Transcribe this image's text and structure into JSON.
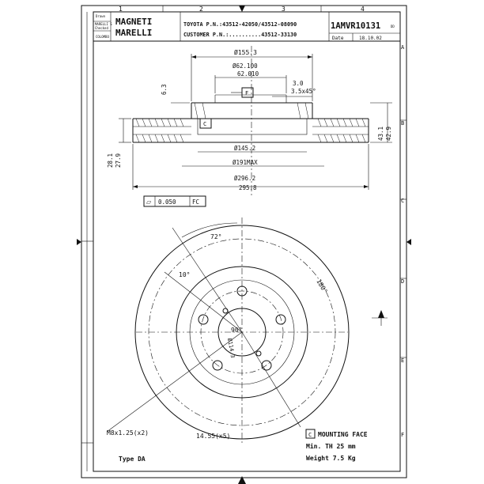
{
  "title_block": {
    "logo_line1": "MAGNETI",
    "logo_line2": "MARELLI",
    "drawn_label": "Drawn",
    "checked_label": "Checked",
    "drawn_name": "MARELLI S",
    "checked_name": "COLOMBO",
    "toyota_pn": "TOYOTA P.N.:43512-42050/43512-08090",
    "customer_pn": "CUSTOMER P.N.:..........43512-33130",
    "part_number": "1AMVR10131",
    "part_suffix": "DD",
    "date_label": "Date",
    "date_value": "18.10.02"
  },
  "grid": {
    "columns": [
      "1",
      "2",
      "3",
      "4"
    ],
    "rows": [
      "A",
      "B",
      "C",
      "D",
      "E",
      "F"
    ]
  },
  "dims": {
    "d155": "Ø155.3",
    "d62a": "Ø62.100",
    "d62b": "62.010",
    "h63": "6.3",
    "chamfer1": "3.0",
    "chamfer2": "3.5x45°",
    "datum_f": "F",
    "datum_c": "C",
    "d145": "Ø145.2",
    "d191": "Ø191MAX",
    "d296a": "Ø296.2",
    "d296b": "295.8",
    "t28a": "28.1",
    "t28b": "27.9",
    "t43a": "43.1",
    "t43b": "42.9",
    "flat_sym": "⏥",
    "flatness": "0.050",
    "flat_ref": "FC",
    "a72": "72°",
    "a10": "10°",
    "a180": "180°",
    "a90": "90°",
    "pcd": "Ø114.3",
    "thread": "M8x1.25(x2)",
    "holes": "14.55(x5)"
  },
  "notes": {
    "mounting_code": "C",
    "mounting_face": "MOUNTING FACE",
    "min_th": "Min. TH 25 mm",
    "weight": "Weight 7.5 Kg",
    "type": "Type DA"
  }
}
